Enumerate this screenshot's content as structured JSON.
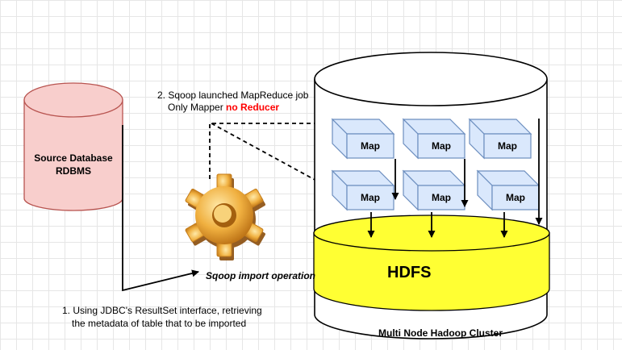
{
  "source_db": {
    "line1": "Source Database",
    "line2": "RDBMS"
  },
  "step2": {
    "line1": "2. Sqoop launched MapReduce job",
    "line2_prefix": "Only Mapper ",
    "line2_highlight": "no Reducer"
  },
  "step1": {
    "line1": "1. Using JDBC's ResultSet interface, retrieving",
    "line2": "the metadata of table that to be imported"
  },
  "sqoop_label": "Sqoop import operation",
  "hdfs_label": "HDFS",
  "cluster_label": "Multi Node Hadoop Cluster",
  "mappers": [
    "Map",
    "Map",
    "Map",
    "Map",
    "Map",
    "Map"
  ],
  "colors": {
    "rdbms_fill": "#f8cecc",
    "rdbms_stroke": "#b85450",
    "hdfs_fill": "#ffff33",
    "mapper_fill": "#dae8fc",
    "mapper_stroke": "#6c8ebf",
    "gear": "#e8a53a",
    "highlight": "#ff0000"
  },
  "icons": {
    "sqoop": "gear-icon"
  }
}
